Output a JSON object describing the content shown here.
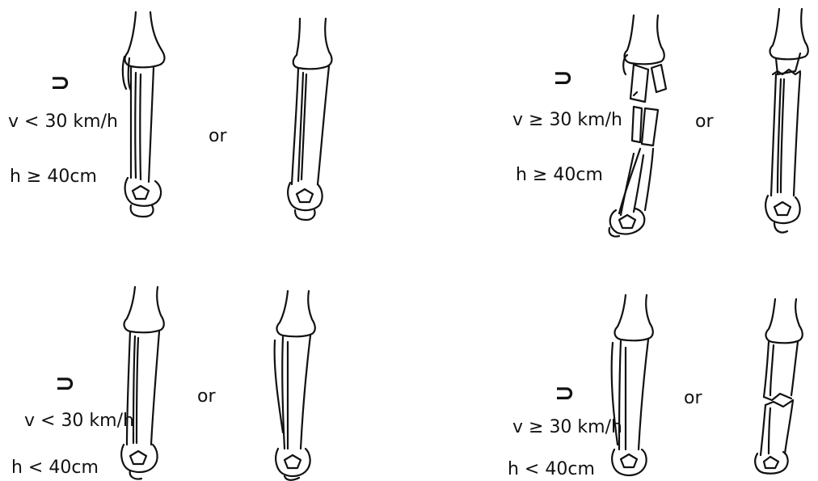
{
  "panels": [
    {
      "symbol": "⊃",
      "speed_condition": "v < 30 km/h",
      "height_condition": "h ≥ 40cm",
      "connector": "or"
    },
    {
      "symbol": "⊃",
      "speed_condition": "v ≥ 30 km/h",
      "height_condition": "h ≥ 40cm",
      "connector": "or"
    },
    {
      "symbol": "⊃",
      "speed_condition": "v < 30 km/h",
      "height_condition": "h < 40cm",
      "connector": "or"
    },
    {
      "symbol": "⊃",
      "speed_condition": "v ≥ 30 km/h",
      "height_condition": "h < 40cm",
      "connector": "or"
    }
  ]
}
